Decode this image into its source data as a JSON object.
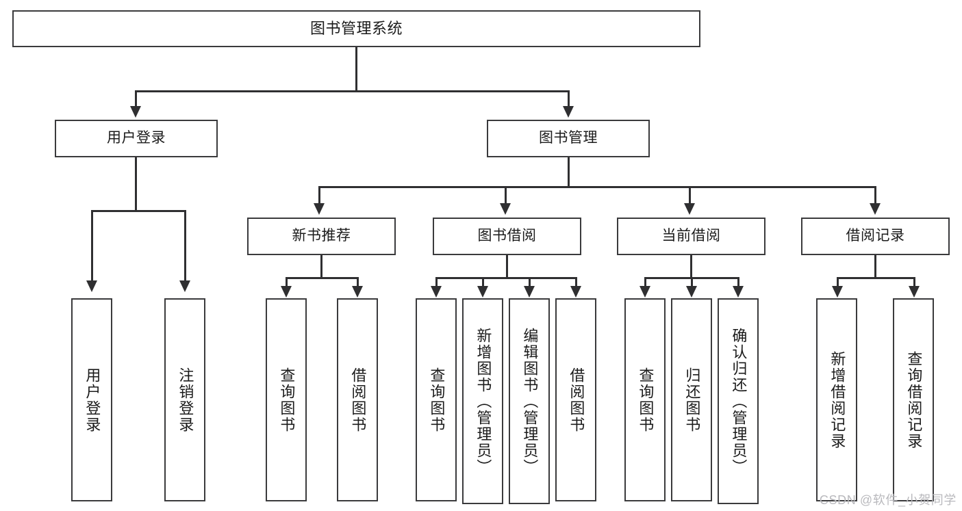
{
  "diagram": {
    "title": "图书管理系统",
    "type": "hierarchy-tree",
    "watermark": "CSDN @软件_小贺同学",
    "colors": {
      "background": "#ffffff",
      "box_border": "#3a3a3c",
      "box_fill": "#ffffff",
      "connector": "#2f2f31",
      "text": "#1b1b1b",
      "watermark": "#b9b9bd"
    }
  },
  "nodes": {
    "root": {
      "label": "图书管理系统"
    },
    "level2": [
      {
        "id": "user-login",
        "label": "用户登录"
      },
      {
        "id": "book-manage",
        "label": "图书管理"
      }
    ],
    "level3": [
      {
        "id": "new-book-recommend",
        "label": "新书推荐"
      },
      {
        "id": "book-borrow",
        "label": "图书借阅"
      },
      {
        "id": "current-borrow",
        "label": "当前借阅"
      },
      {
        "id": "borrow-record",
        "label": "借阅记录"
      }
    ],
    "leaves": {
      "user_login": [
        {
          "id": "leaf-user-login",
          "label": "用户登录"
        },
        {
          "id": "leaf-logout-login",
          "label": "注销登录"
        }
      ],
      "new_book_recommend": [
        {
          "id": "leaf-query-book-1",
          "label": "查询图书"
        },
        {
          "id": "leaf-borrow-book-1",
          "label": "借阅图书"
        }
      ],
      "book_borrow": [
        {
          "id": "leaf-query-book-2",
          "label": "查询图书"
        },
        {
          "id": "leaf-add-book",
          "label": "新增图书（管理员）"
        },
        {
          "id": "leaf-edit-book",
          "label": "编辑图书（管理员）"
        },
        {
          "id": "leaf-borrow-book-2",
          "label": "借阅图书"
        }
      ],
      "current_borrow": [
        {
          "id": "leaf-query-book-3",
          "label": "查询图书"
        },
        {
          "id": "leaf-return-book",
          "label": "归还图书"
        },
        {
          "id": "leaf-confirm-return",
          "label": "确认归还（管理员）"
        }
      ],
      "borrow_record": [
        {
          "id": "leaf-add-record",
          "label": "新增借阅记录"
        },
        {
          "id": "leaf-query-record",
          "label": "查询借阅记录"
        }
      ]
    }
  }
}
